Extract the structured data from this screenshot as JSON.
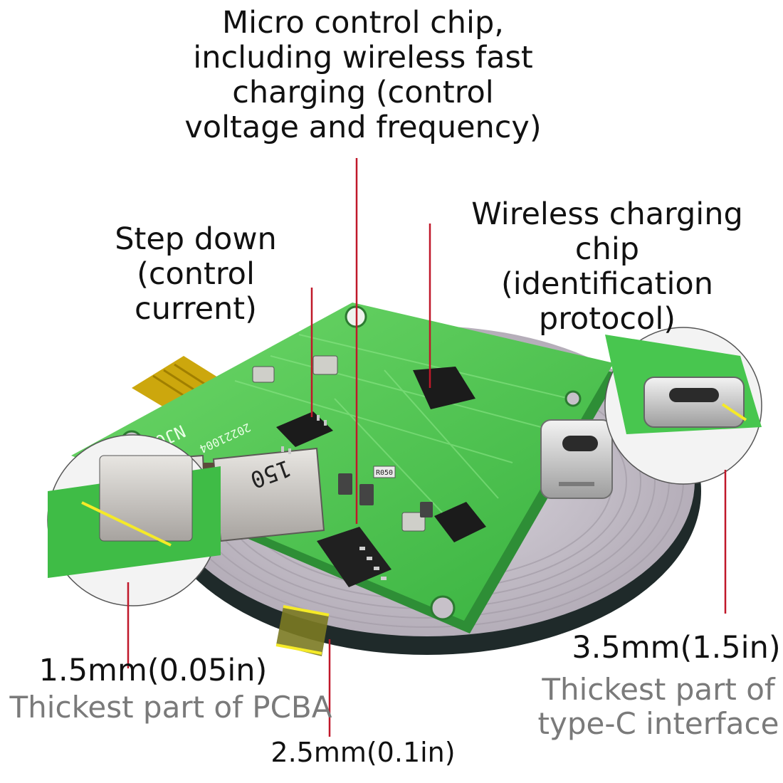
{
  "callouts": {
    "micro_control_chip": "Micro control chip,\nincluding wireless fast\ncharging (control\nvoltage and frequency)",
    "wireless_charging_chip": "Wireless charging chip\n(identification protocol)",
    "step_down": "Step down\n(control current)"
  },
  "measurements": {
    "pcba_thickness": {
      "value": "1.5mm(0.05in)",
      "caption": "Thickest part of PCBA"
    },
    "coil_thickness": {
      "value": "2.5mm(0.1in)"
    },
    "typec_thickness": {
      "value": "3.5mm(1.5in)",
      "caption": "Thickest part of\ntype-C interface"
    }
  },
  "board_markings": {
    "inductor_left": "150",
    "inductor_right": "150",
    "board_id": "NJ01",
    "board_date": "20221004",
    "resistor": "R050"
  },
  "colors": {
    "leader_line": "#c0182a",
    "pcb_green": "#49c84f",
    "pcb_light": "#7fe07a",
    "coil_wire": "#c9c3cc",
    "coil_base": "#1f2a2a",
    "kapton": "#c9a200",
    "highlight": "#f5ea28"
  }
}
